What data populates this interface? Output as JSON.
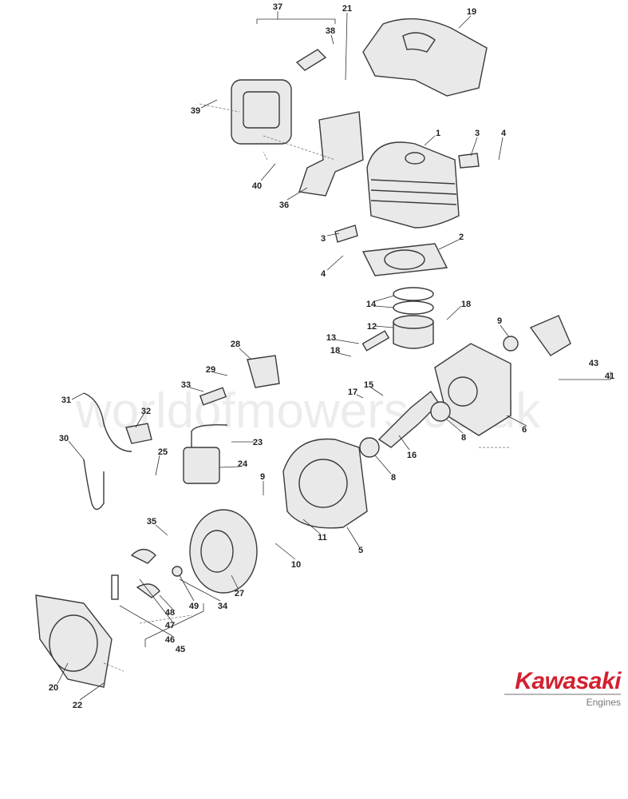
{
  "watermark": "worldofmowers.co.uk",
  "logo": {
    "brand": "Kawasaki",
    "sub": "Engines",
    "color": "#d3202f"
  },
  "labels": [
    "37",
    "21",
    "19",
    "38",
    "39",
    "1",
    "3",
    "4",
    "40",
    "36",
    "3",
    "2",
    "4",
    "14",
    "18",
    "12",
    "9",
    "13",
    "18",
    "28",
    "29",
    "33",
    "15",
    "17",
    "31",
    "32",
    "43",
    "41",
    "6",
    "8",
    "16",
    "8",
    "30",
    "23",
    "25",
    "24",
    "9",
    "35",
    "11",
    "5",
    "10",
    "27",
    "34",
    "49",
    "48",
    "47",
    "46",
    "45",
    "20",
    "22"
  ]
}
